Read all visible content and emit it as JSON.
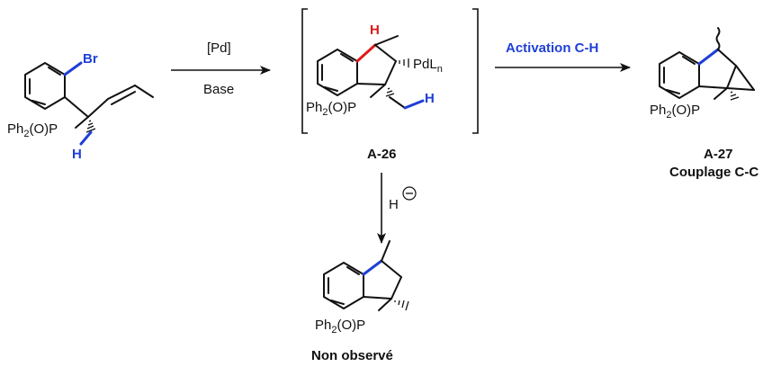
{
  "colors": {
    "ink": "#111111",
    "blue": "#1f3fd6",
    "red": "#e0191b"
  },
  "reactant": {
    "br": "Br",
    "ph2opp": "Ph",
    "ph2opp_sub": "2",
    "ph2opp_rest": "(O)P",
    "h": "H"
  },
  "arrow1": {
    "top": "[Pd]",
    "bottom": "Base"
  },
  "intermediate": {
    "h_red": "H",
    "pd_main": "PdL",
    "pd_sub": "n",
    "ph": "Ph",
    "ph_sub": "2",
    "ph_rest": "(O)P",
    "h_blue": "H",
    "label": "A-26"
  },
  "arrow2": {
    "top": "Activation C-H"
  },
  "product": {
    "ph": "Ph",
    "ph_sub": "2",
    "ph_rest": "(O)P",
    "label": "A-27",
    "sublabel": "Couplage C-C"
  },
  "arrow3": {
    "reagent": "H"
  },
  "side_product": {
    "ph": "Ph",
    "ph_sub": "2",
    "ph_rest": "(O)P",
    "label": "Non observé"
  }
}
